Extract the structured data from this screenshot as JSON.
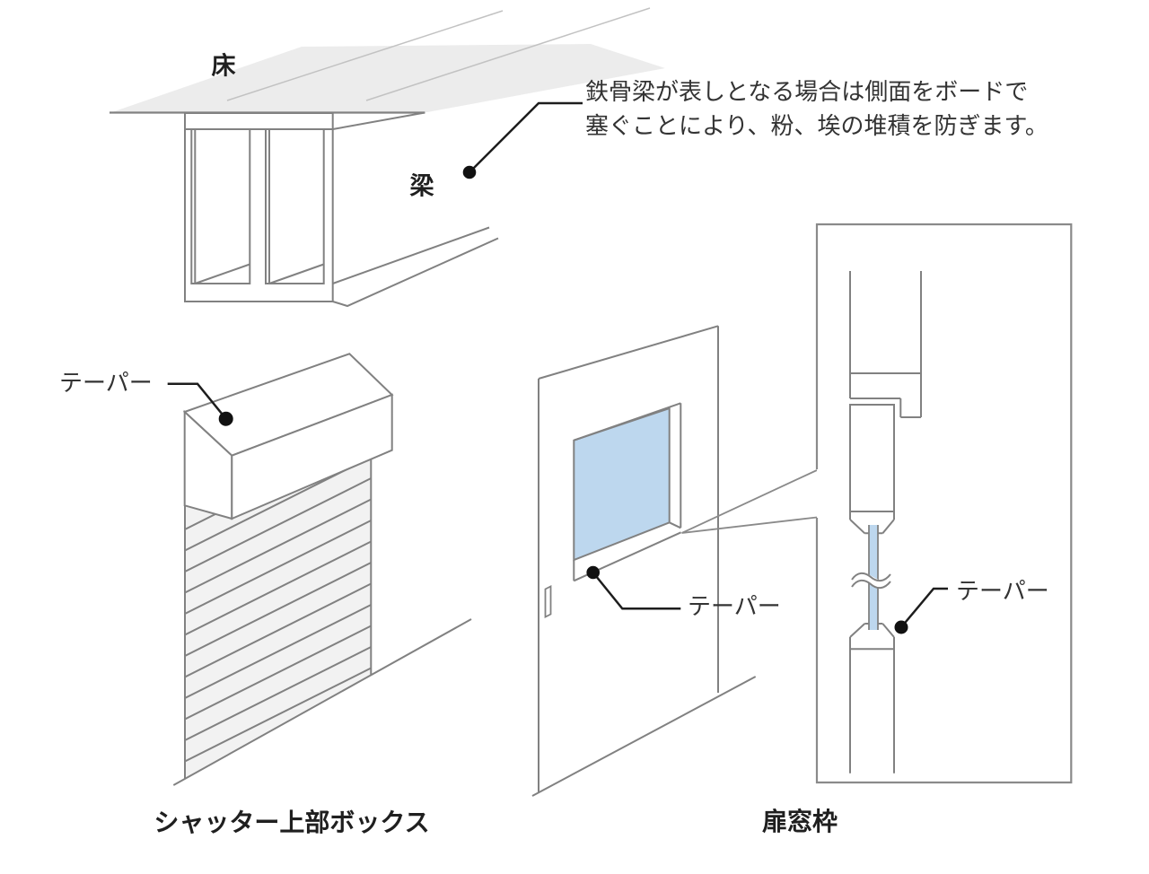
{
  "figures": {
    "beam": {
      "floor_label": "床",
      "beam_label": "梁",
      "annotation": {
        "line1": "鉄骨梁が表しとなる場合は側面をボードで",
        "line2": "塞ぐことにより、粉、埃の堆積を防ぎます。"
      }
    },
    "shutter_box": {
      "taper_label": "テーパー",
      "caption": "シャッター上部ボックス"
    },
    "door_window": {
      "taper_label": "テーパー",
      "caption": "扉窓枠",
      "detail": {
        "taper_label": "テーパー"
      }
    }
  },
  "colors": {
    "line_gray": "#818181",
    "leader_black": "#1d1d1d",
    "floor_fill": "#ececec",
    "curtain_fill": "#f2f2f2",
    "glass_fill": "#bdd7ee",
    "text": "#333333"
  }
}
